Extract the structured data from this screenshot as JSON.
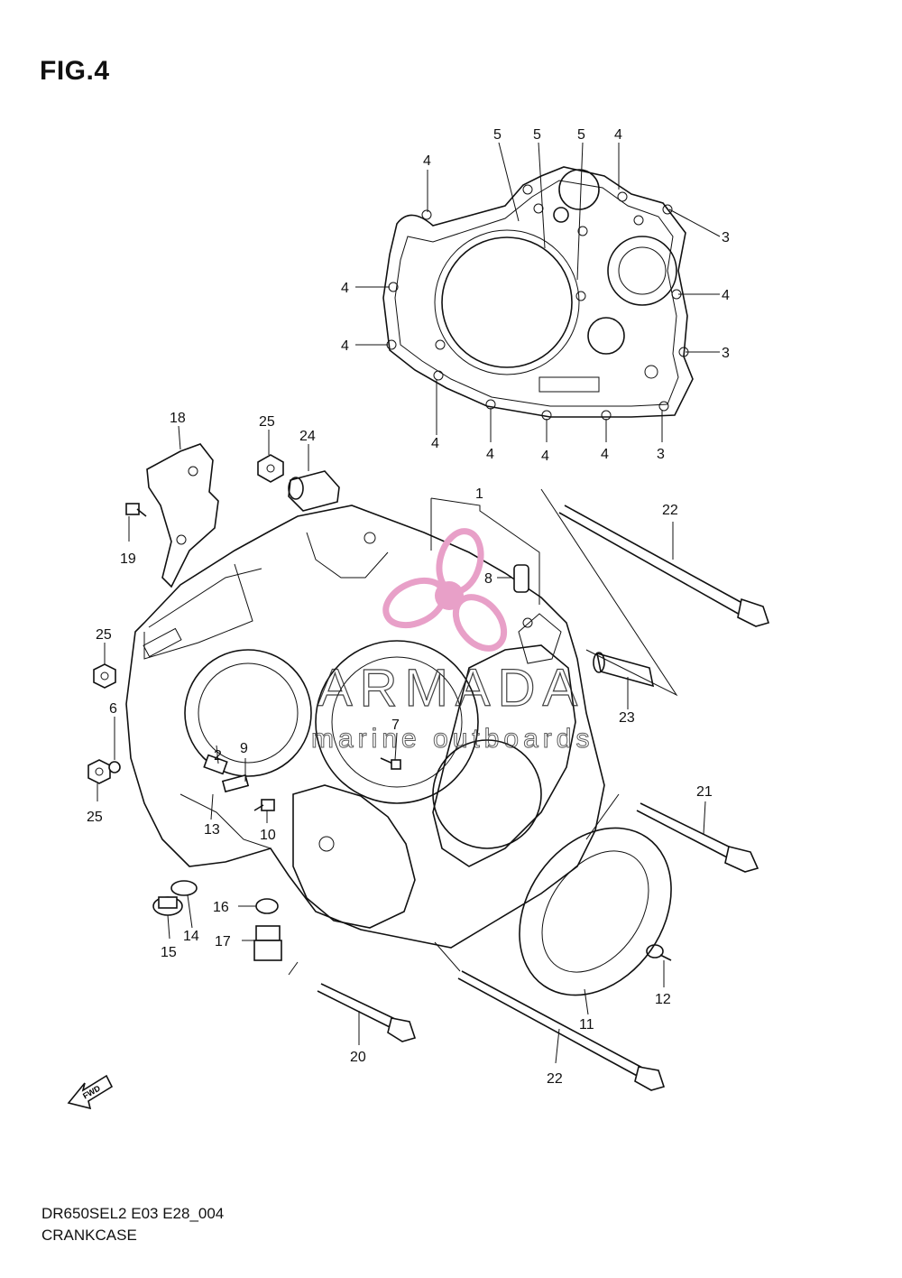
{
  "figure": {
    "title": "FIG.4"
  },
  "footer": {
    "model_code": "DR650SEL2 E03 E28_004",
    "section_name": "CRANKCASE"
  },
  "watermark": {
    "brand": "ARMADA",
    "tagline": "marine outboards",
    "logo_color": "#e8a0c8"
  },
  "callouts": {
    "c1": "1",
    "c2": "2",
    "c3a": "3",
    "c3b": "3",
    "c3c": "3",
    "c4a": "4",
    "c4b": "4",
    "c4c": "4",
    "c4d": "4",
    "c4e": "4",
    "c4f": "4",
    "c4g": "4",
    "c4h": "4",
    "c4i": "4",
    "c5a": "5",
    "c5b": "5",
    "c5c": "5",
    "c6": "6",
    "c7": "7",
    "c8": "8",
    "c9": "9",
    "c10": "10",
    "c11": "11",
    "c12": "12",
    "c13": "13",
    "c14": "14",
    "c15": "15",
    "c16": "16",
    "c17": "17",
    "c18": "18",
    "c19": "19",
    "c20": "20",
    "c21": "21",
    "c22a": "22",
    "c22b": "22",
    "c23": "23",
    "c24": "24",
    "c25a": "25",
    "c25b": "25",
    "c25c": "25"
  },
  "fwd_label": "FWD"
}
